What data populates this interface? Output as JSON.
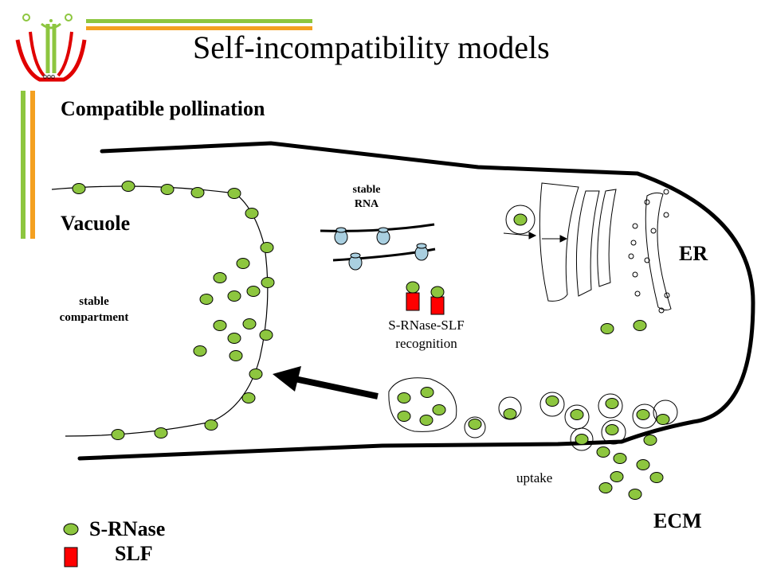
{
  "title": "Self-incompatibility models",
  "subtitle": "Compatible pollination",
  "labels": {
    "vacuole": "Vacuole",
    "stable_compartment_1": "stable",
    "stable_compartment_2": "compartment",
    "stable_rna_1": "stable",
    "stable_rna_2": "RNA",
    "recognition_1": "S-RNase-SLF",
    "recognition_2": "recognition",
    "er": "ER",
    "uptake": "uptake",
    "ecm": "ECM"
  },
  "legend": {
    "s_rnase": "S-RNase",
    "slf": "SLF"
  },
  "colors": {
    "s_rnase_fill": "#8dc63f",
    "slf_fill": "#ff0000",
    "rna_protein_fill": "#a9cfe0",
    "accent_green": "#8dc63f",
    "accent_orange": "#f4a020"
  },
  "icons": [
    "flower-logo-icon"
  ]
}
